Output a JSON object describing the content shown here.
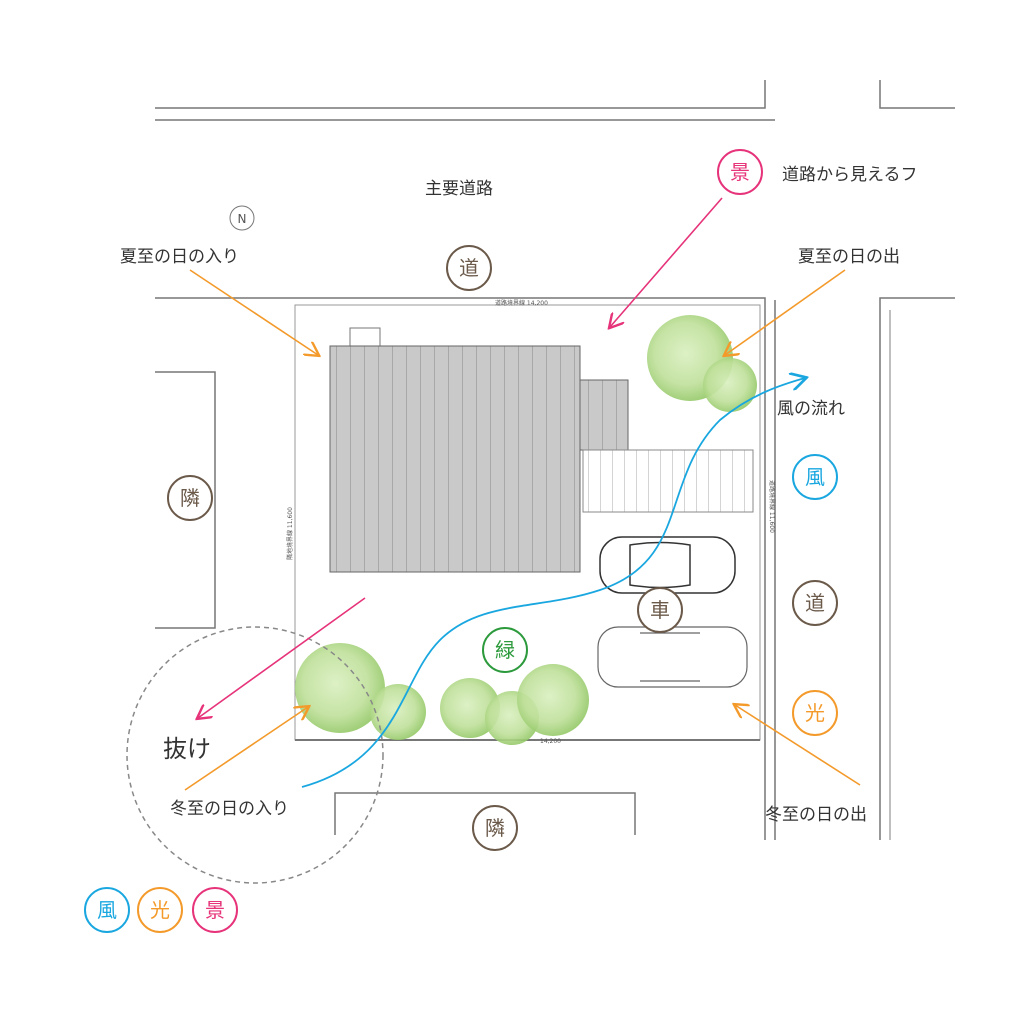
{
  "labels": {
    "main_road": "主要道路",
    "north_symbol": "N",
    "summer_sunset": "夏至の日の入り",
    "summer_sunrise": "夏至の日の出",
    "view_from_road": "道路から見えるフ",
    "wind_flow": "風の流れ",
    "escape": "抜け",
    "winter_sunset": "冬至の日の入り",
    "winter_sunrise": "冬至の日の出"
  },
  "dimensions": {
    "top": "道路境界線 14,200",
    "left": "隣地境界線 11,600",
    "right": "道路境界線 11,600",
    "bottom": "14,200"
  },
  "badges": {
    "road_top": "道",
    "road_right": "道",
    "neighbor_left": "隣",
    "neighbor_bottom": "隣",
    "car": "車",
    "green": "緑",
    "view": "景",
    "wind": "風",
    "light": "光"
  },
  "legend": [
    "風",
    "光",
    "景"
  ],
  "colors": {
    "wind": "#1aa7e0",
    "light": "#f39a2b",
    "view": "#e6337a",
    "green": "#2c9a3c",
    "neutral": "#6b5a4a",
    "tree": "#b8dd8e"
  }
}
